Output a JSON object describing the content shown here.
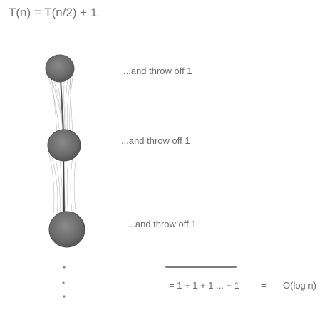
{
  "title": "T(n) = T(n/2) + 1",
  "steps": [
    {
      "annotation": "...and throw off 1"
    },
    {
      "annotation": "...and throw off 1"
    },
    {
      "annotation": "...and throw off 1"
    }
  ],
  "sum": {
    "expression": "= 1 + 1 + 1 ... + 1",
    "equals": "=",
    "result": "O(log n)"
  },
  "colors": {
    "node_fill": "#6e6e6e",
    "node_dark": "#4d4d4d",
    "thread": "#9a9a9a",
    "text": "#6b6b6b"
  }
}
